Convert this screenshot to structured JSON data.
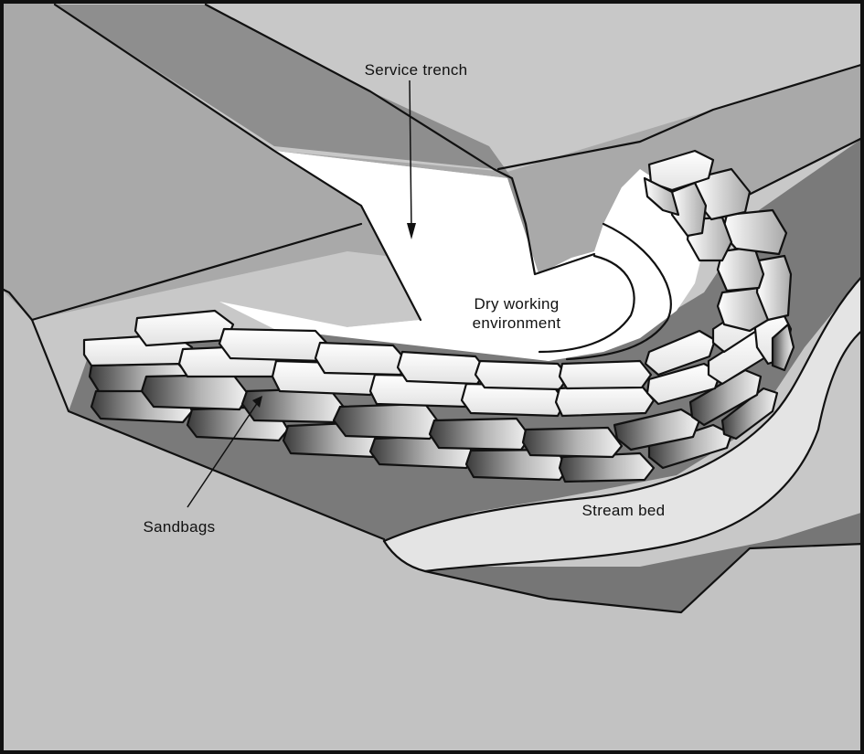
{
  "labels": {
    "service_trench": "Service trench",
    "dry_working_line1": "Dry working",
    "dry_working_line2": "environment",
    "sandbags": "Sandbags",
    "stream_bed": "Stream bed"
  },
  "colors": {
    "ground_light": "#c8c8c8",
    "ground_mid": "#a9a9a9",
    "ground_dark": "#767676",
    "stream_bed": "#e4e4e4",
    "dry_area": "#ffffff",
    "outline": "#111111"
  }
}
